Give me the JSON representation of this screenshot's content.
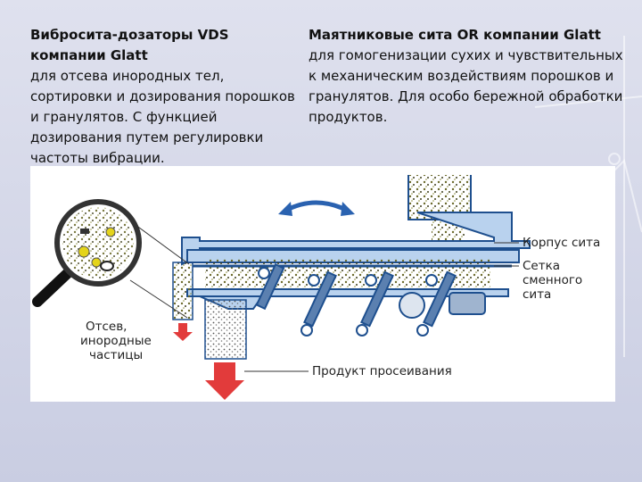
{
  "left_text": {
    "title": "Вибросита-дозаторы VDS компании Glatt",
    "body": "для отсева инородных тел, сортировки и дозирования порошков и гранулятов. С функцией дозирования путем регулировки частоты вибрации."
  },
  "right_text": {
    "title": "Маятниковые сита OR компании Glatt",
    "body": "для гомогенизации сухих и чувствительных к механическим воздействиям порошков и гранулятов. Для особо бережной обработки продуктов."
  },
  "diagram": {
    "labels": {
      "housing": "Корпус сита",
      "mesh_1": "Сетка",
      "mesh_2": "сменного",
      "mesh_3": "сита",
      "reject_1": "Отсев,",
      "reject_2": "инородные",
      "reject_3": "частицы",
      "product": "Продукт просеивания"
    },
    "colors": {
      "frame": "#1e4f8e",
      "frame_light": "#b9d2ee",
      "arrow": "#2a62b0",
      "outlet_arrow": "#e23b3b",
      "particles": "#6b6a2a"
    }
  }
}
